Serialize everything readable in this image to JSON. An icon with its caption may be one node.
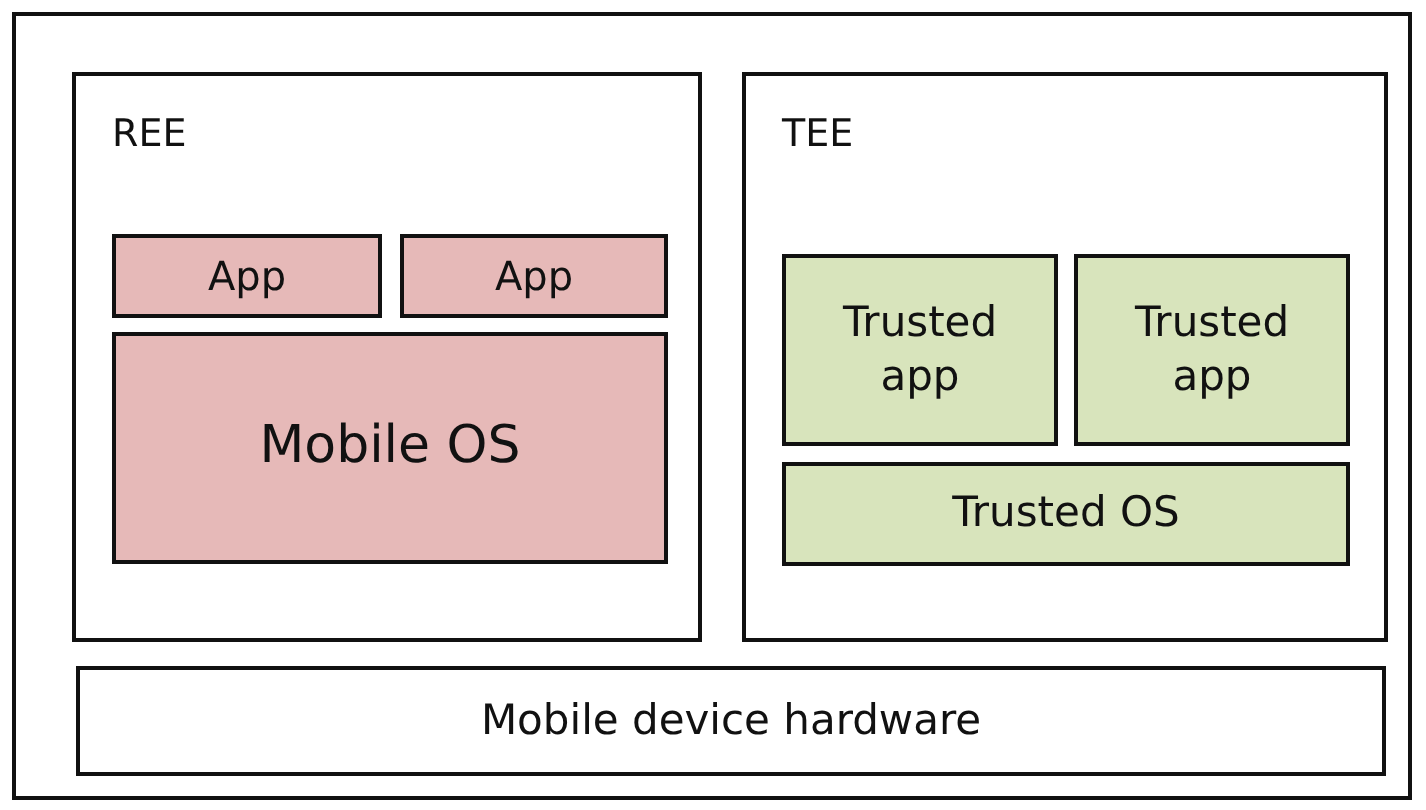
{
  "diagram": {
    "nodes": [
      {
        "text": [],
        "shape": "box"
      },
      {
        "text": [
          "REE"
        ],
        "in": 0
      },
      {
        "text": [
          "App"
        ],
        "in": 1
      },
      {
        "text": [
          "App"
        ],
        "in": 1
      },
      {
        "text": [
          "Mobile OS"
        ],
        "in": 1
      },
      {
        "text": [
          "TEE"
        ],
        "in": 0
      },
      {
        "text": [
          "Trusted app"
        ],
        "in": 5
      },
      {
        "text": [
          "Trusted app"
        ],
        "in": 5
      },
      {
        "text": [
          "Trusted OS"
        ],
        "in": 5
      },
      {
        "text": [
          "Mobile device hardware"
        ],
        "in": 0
      }
    ],
    "edges": []
  }
}
